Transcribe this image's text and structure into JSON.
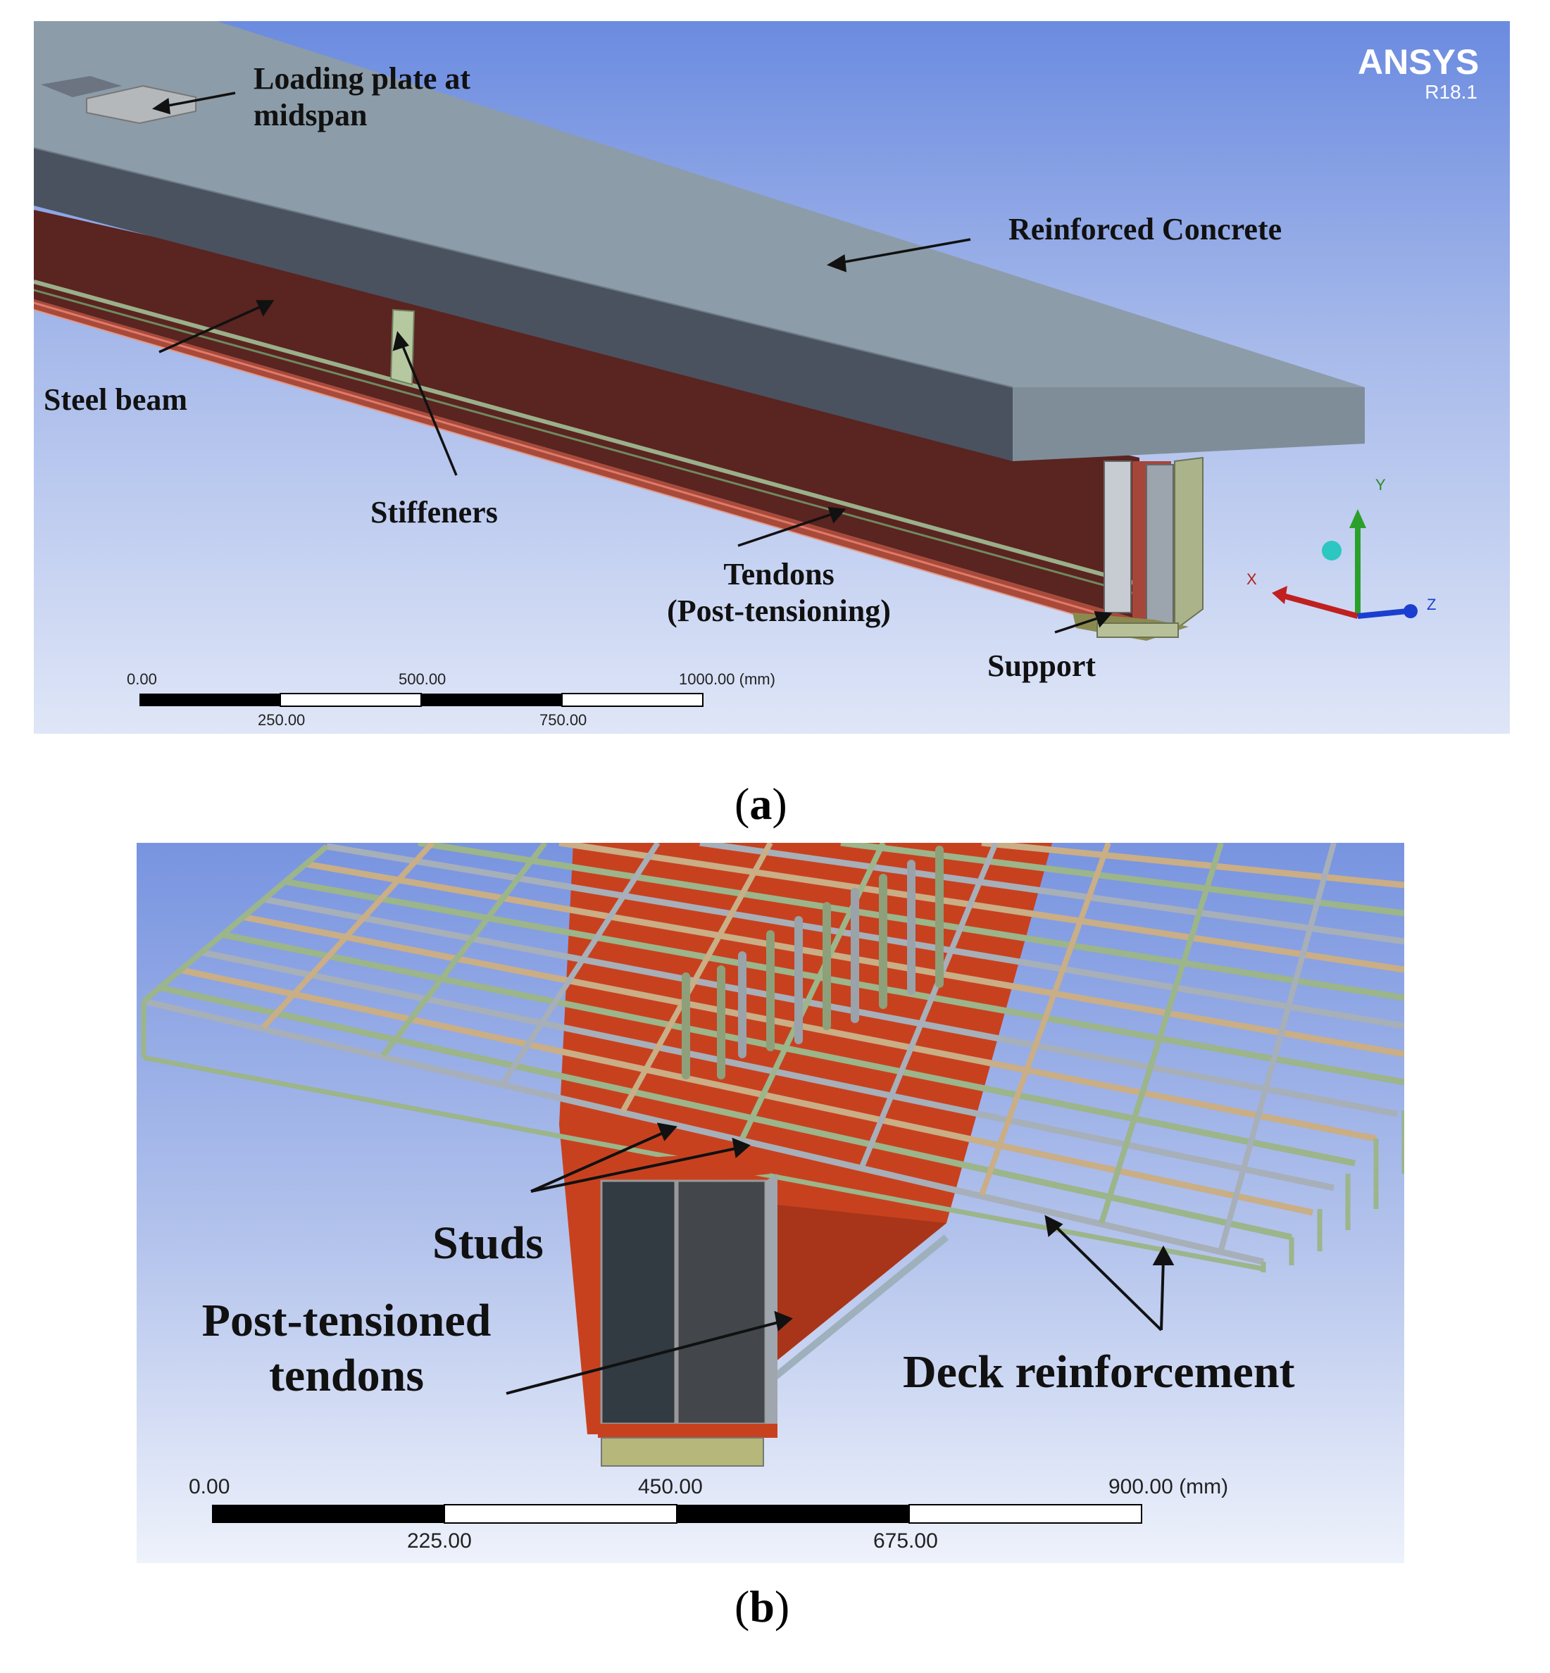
{
  "figure_a": {
    "caption": {
      "open": "(",
      "letter": "a",
      "close": ")"
    },
    "software": {
      "name": "ANSYS",
      "version": "R18.1"
    },
    "labels": {
      "loading_plate_line1": "Loading plate at",
      "loading_plate_line2": "midspan",
      "reinforced_concrete": "Reinforced Concrete",
      "steel_beam": "Steel beam",
      "stiffeners": "Stiffeners",
      "tendons_line1": "Tendons",
      "tendons_line2": "(Post-tensioning)",
      "support": "Support"
    },
    "axes": {
      "x": "X",
      "y": "Y",
      "z": "Z"
    },
    "scale": {
      "t0": "0.00",
      "t500": "500.00",
      "t1000": "1000.00 (mm)",
      "t250": "250.00",
      "t750": "750.00"
    },
    "colors": {
      "concrete_top": "#8c9ca9",
      "concrete_side": "#4a5260",
      "steel": "#5a2420",
      "tendon": "#9ab08a"
    }
  },
  "figure_b": {
    "caption": {
      "open": "(",
      "letter": "b",
      "close": ")"
    },
    "labels": {
      "studs": "Studs",
      "pt_tendons_line1": "Post-tensioned",
      "pt_tendons_line2": "tendons",
      "deck_reinforcement": "Deck reinforcement"
    },
    "scale": {
      "t0": "0.00",
      "t450": "450.00",
      "t900": "900.00 (mm)",
      "t225": "225.00",
      "t675": "675.00"
    },
    "colors": {
      "steel": "#c8411f",
      "rebar_green": "#9cb58a",
      "rebar_tan": "#c9ae86",
      "rebar_grey": "#a7afb8"
    }
  }
}
